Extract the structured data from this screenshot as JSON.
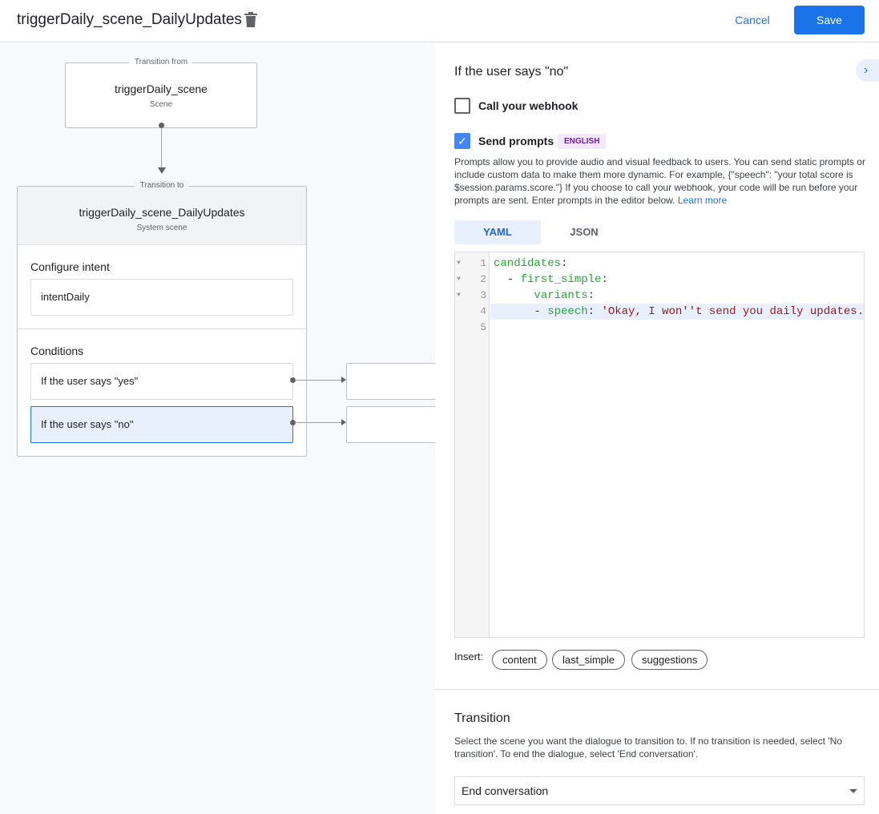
{
  "header": {
    "title": "triggerDaily_scene_DailyUpdates",
    "cancel": "Cancel",
    "save": "Save",
    "delete_icon": "trash-icon"
  },
  "canvas": {
    "from": {
      "label": "Transition from",
      "name": "triggerDaily_scene",
      "type": "Scene"
    },
    "to": {
      "label": "Transition to",
      "name": "triggerDaily_scene_DailyUpdates",
      "type": "System scene"
    },
    "intent_heading": "Configure intent",
    "intent": "intentDaily",
    "conditions_heading": "Conditions",
    "conditions": [
      {
        "label": "If the user says \"yes\"",
        "selected": false
      },
      {
        "label": "If the user says \"no\"",
        "selected": true
      }
    ]
  },
  "panel": {
    "title": "If the user says \"no\"",
    "webhook": {
      "label": "Call your webhook",
      "checked": false
    },
    "prompts": {
      "label": "Send prompts",
      "checked": true,
      "badge": "ENGLISH"
    },
    "description": "Prompts allow you to provide audio and visual feedback to users. You can send static prompts or include custom data to make them more dynamic. For example, {\"speech\": \"your total score is $session.params.score.\"} If you choose to call your webhook, your code will be run before your prompts are sent. Enter prompts in the editor below. ",
    "learn_more": "Learn more",
    "tabs": [
      {
        "label": "YAML",
        "active": true
      },
      {
        "label": "JSON",
        "active": false
      }
    ],
    "code": {
      "line_numbers": [
        "1",
        "2",
        "3",
        "4",
        "5"
      ],
      "l1k": "candidates",
      "l2d": "  - ",
      "l2k": "first_simple",
      "l3k": "variants",
      "l4d": "      - ",
      "l4k": "speech",
      "l4v": "'Okay, I won''t send you daily updates.'",
      "colon": ":"
    },
    "insert_label": "Insert:",
    "chips": [
      "content",
      "last_simple",
      "suggestions"
    ],
    "transition": {
      "heading": "Transition",
      "description": "Select the scene you want the dialogue to transition to. If no transition is needed, select 'No transition'. To end the dialogue, select 'End conversation'.",
      "value": "End conversation"
    }
  },
  "colors": {
    "accent": "#1a73e8",
    "selected_bg": "#e8f0fe",
    "badge": "#681da8"
  }
}
